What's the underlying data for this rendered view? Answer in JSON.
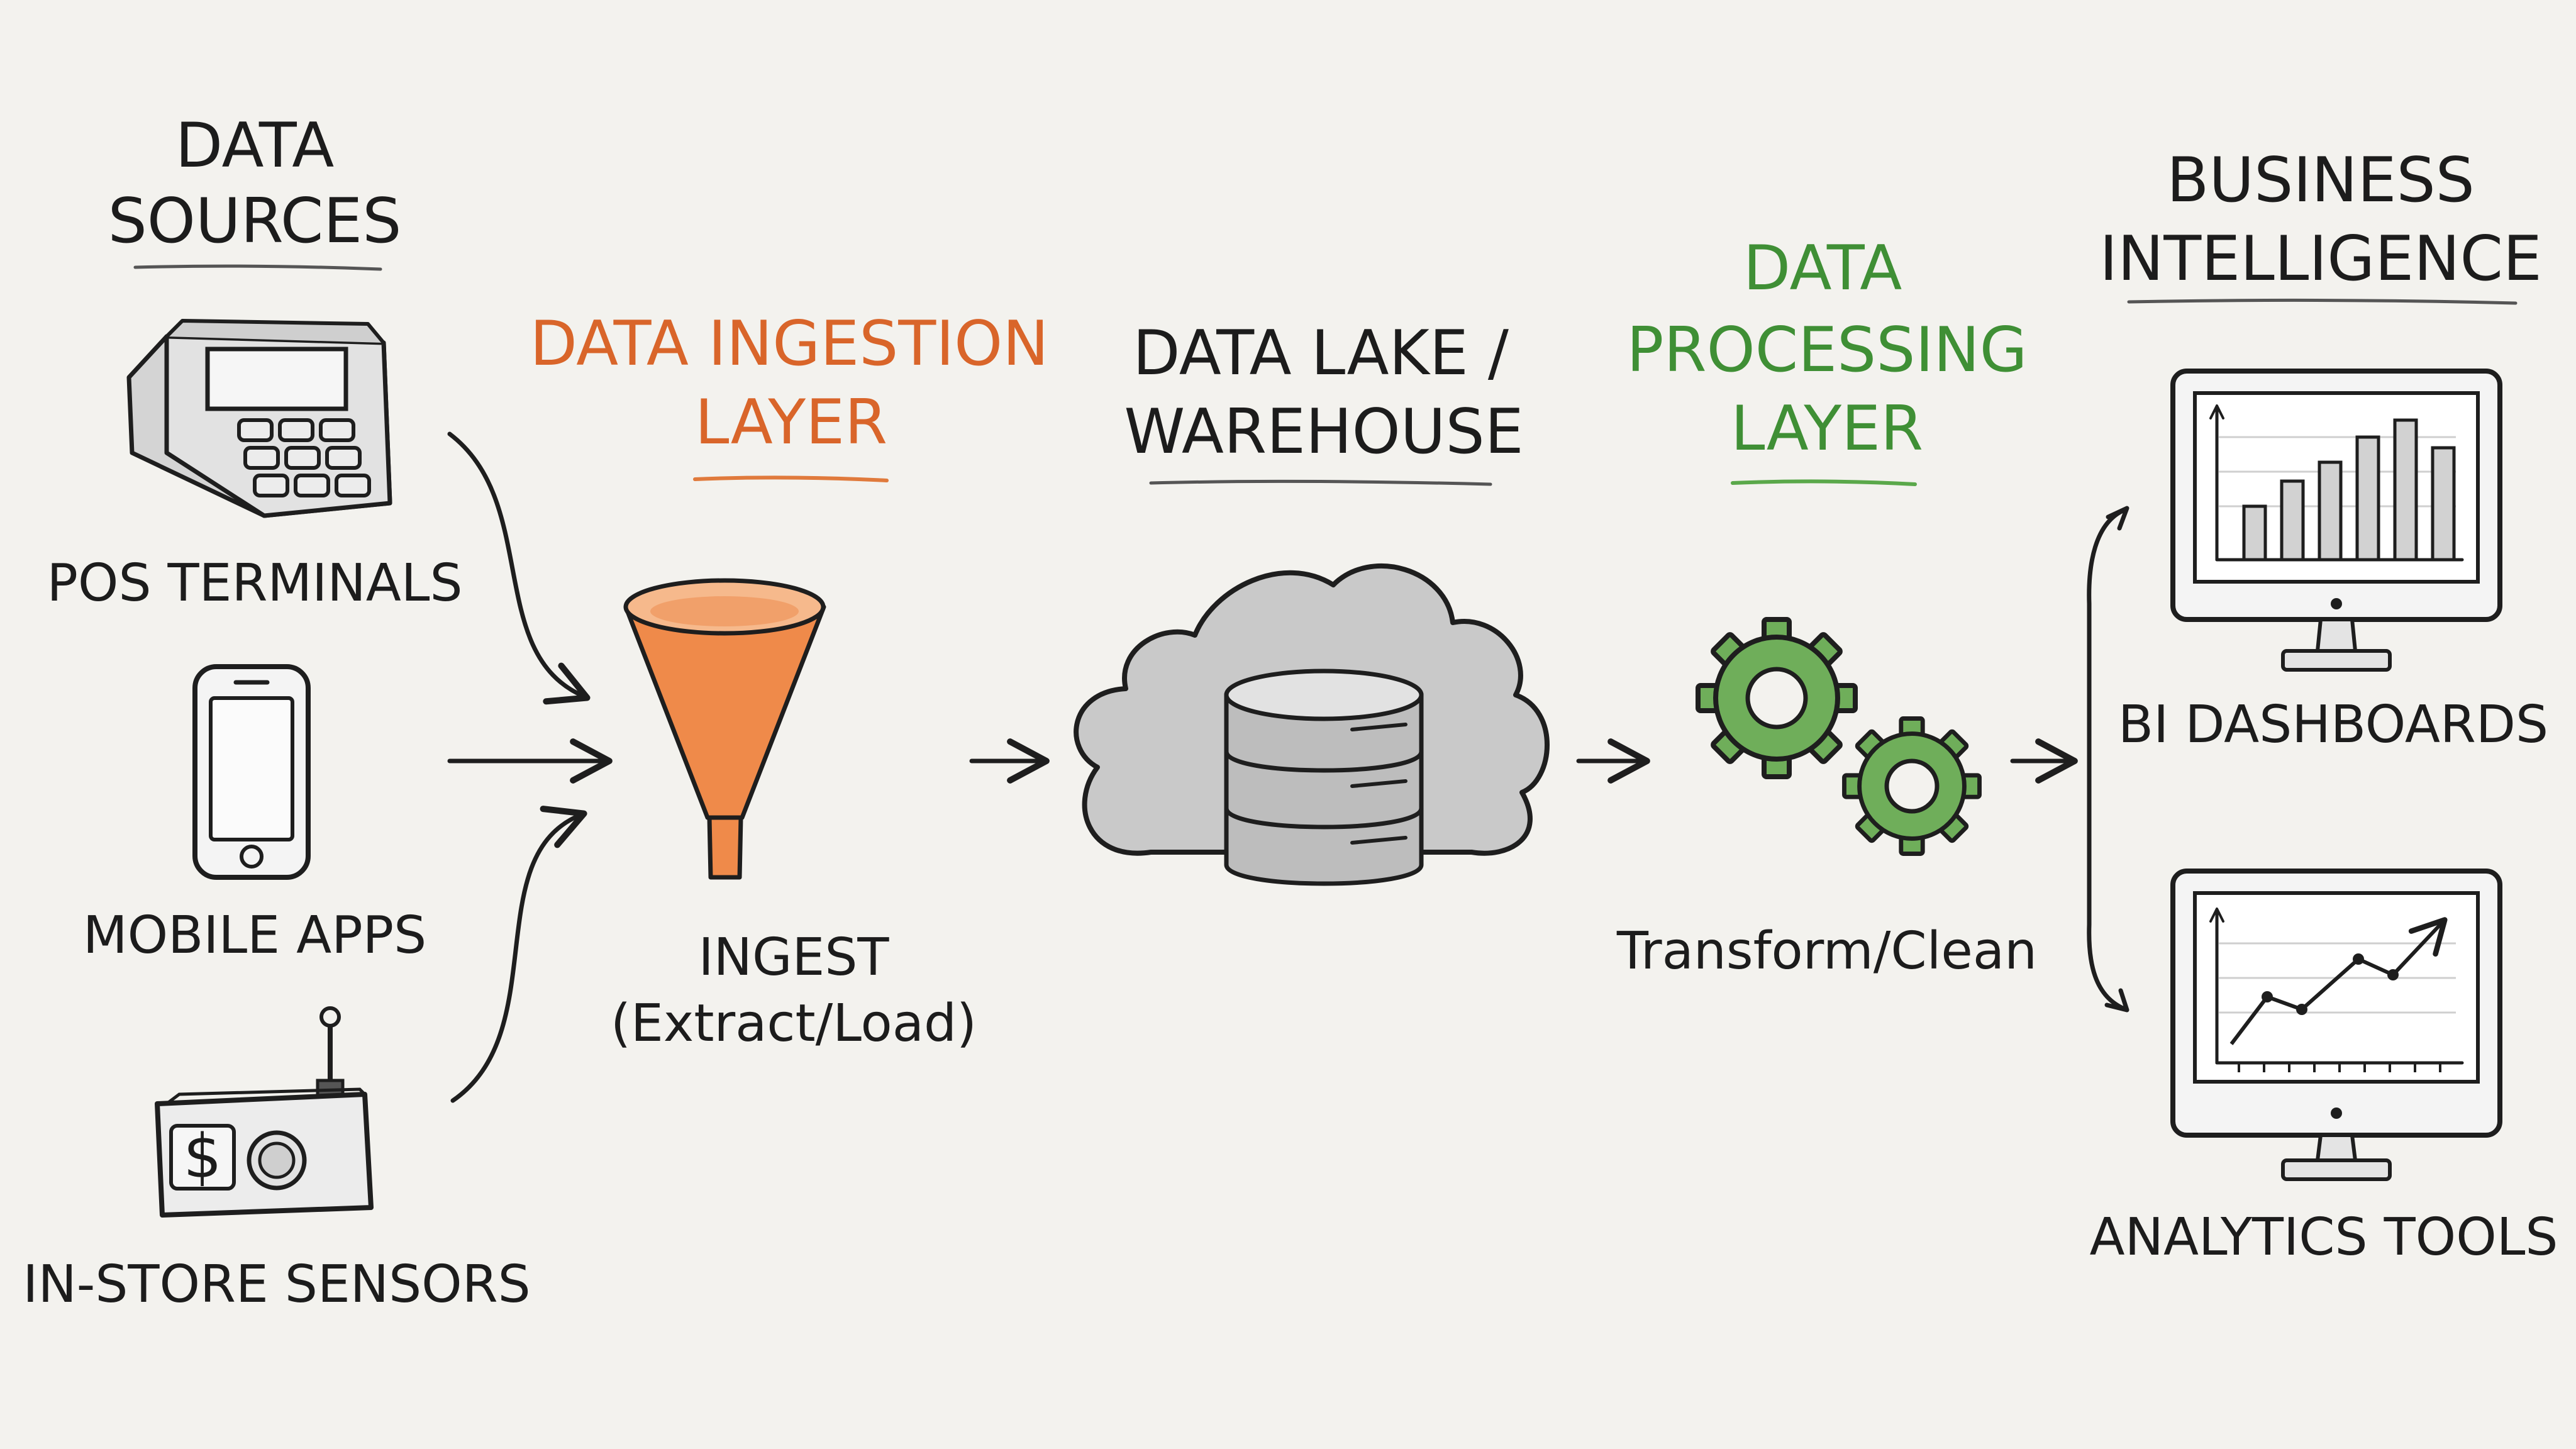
{
  "colors": {
    "background": "#f3f2ee",
    "ink": "#1e1e1e",
    "ingestion_accent": "#d9652a",
    "funnel_fill": "#ef8a4a",
    "processing_accent": "#3f8f35",
    "gear_fill": "#6fae5a",
    "storage_gray": "#bdbdbd"
  },
  "headings": {
    "data_sources": [
      "DATA",
      "SOURCES"
    ],
    "ingestion": [
      "DATA INGESTION",
      "LAYER"
    ],
    "lake": [
      "DATA LAKE /",
      "WAREHOUSE"
    ],
    "processing": [
      "DATA",
      "PROCESSING",
      "LAYER"
    ],
    "bi": [
      "BUSINESS",
      "INTELLIGENCE"
    ]
  },
  "sources": {
    "pos": "POS TERMINALS",
    "mobile": "MOBILE APPS",
    "sensors": "IN-STORE SENSORS",
    "sensor_symbol": "$"
  },
  "ingest_caption": [
    "INGEST",
    "(Extract/Load)"
  ],
  "transform_caption": "Transform/Clean",
  "outputs": {
    "dashboards": "BI DASHBOARDS",
    "analytics": "ANALYTICS TOOLS"
  },
  "icons": [
    "pos-terminal-icon",
    "smartphone-icon",
    "sensor-device-icon",
    "funnel-icon",
    "cloud-database-icon",
    "gears-icon",
    "bar-chart-monitor-icon",
    "line-chart-monitor-icon"
  ]
}
